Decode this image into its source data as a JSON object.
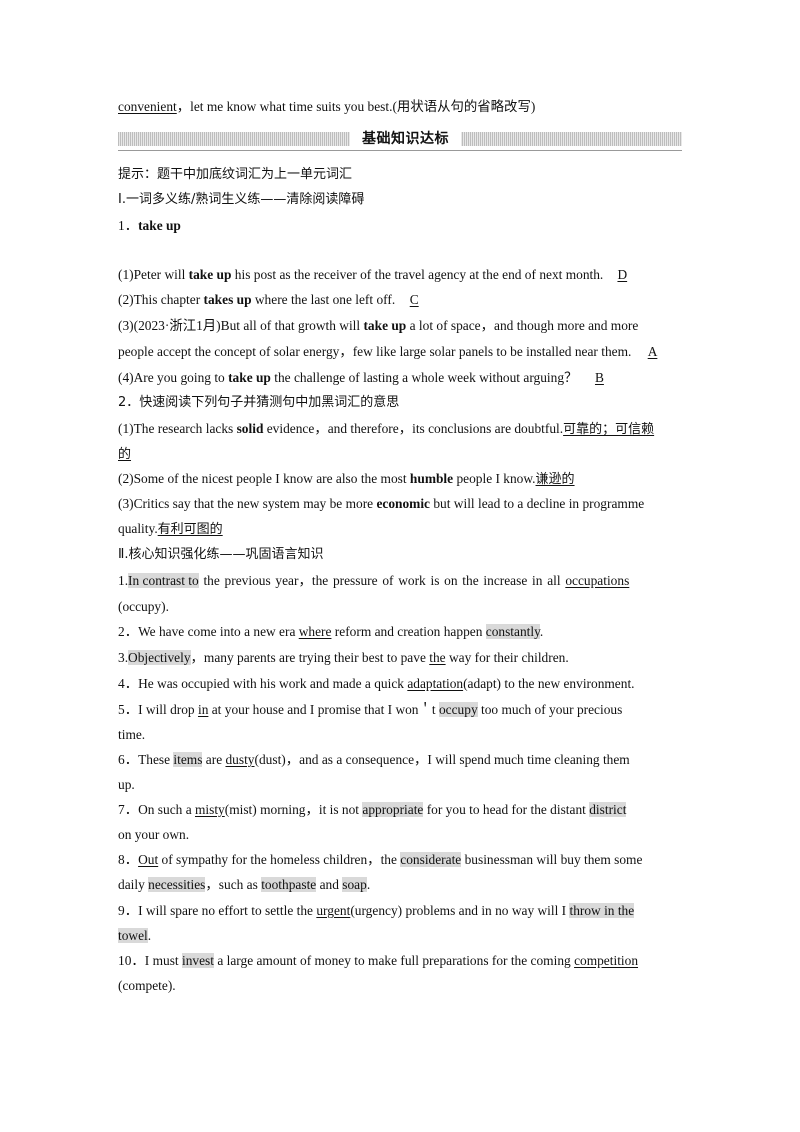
{
  "intro": {
    "word": "convenient",
    "rest": "，let me know what time suits you best.(用状语从句的省略改写)"
  },
  "banner_title": "基础知识达标",
  "hint": "提示：题干中加底纹词汇为上一单元词汇",
  "section1": {
    "title": "Ⅰ.一词多义练/熟词生义练——清除阅读障碍",
    "q1": {
      "num": "1．",
      "phrase": "take up",
      "items": [
        {
          "pre": "(1)Peter will ",
          "bold": "take up",
          "post": " his post as the receiver of the travel agency at the end of next month.",
          "ans": "D"
        },
        {
          "pre": "(2)This chapter ",
          "bold": "takes up",
          "post": " where the last one left off.",
          "ans": "C"
        },
        {
          "pre": "(3)(2023·浙江1月)But all of that growth will ",
          "bold": "take up",
          "post": " a lot of space，and though more and more",
          "cont": "people accept the concept of solar energy，few like large solar panels to be installed near them.",
          "ans": "A"
        },
        {
          "pre": "(4)Are you going to ",
          "bold": "take up",
          "post": " the challenge of lasting a whole week without arguing？",
          "ans": "B"
        }
      ]
    },
    "q2": {
      "title": "2．快速阅读下列句子并猜测句中加黑词汇的意思",
      "items": [
        {
          "pre": "(1)The research lacks ",
          "bold": "solid",
          "post": " evidence，and therefore，its conclusions are doubtful.",
          "ans1": "可靠的；可信赖",
          "ans2": "的"
        },
        {
          "pre": "(2)Some of the nicest people I know are also the most ",
          "bold": "humble",
          "post": " people I know.",
          "ans": "谦逊的"
        },
        {
          "pre": "(3)Critics say that the new system may be more ",
          "bold": "economic",
          "post": " but will lead to a decline in programme",
          "cont": "quality.",
          "ans": "有利可图的"
        }
      ]
    }
  },
  "section2": {
    "title": "Ⅱ.核心知识强化练——巩固语言知识",
    "s1": {
      "num": "1.",
      "hl1": "In contrast to",
      "mid": " the previous year，the pressure of work is on the increase in all ",
      "ans": "occupations",
      "cont": "(occupy)."
    },
    "s2": {
      "num": "2．We have come into a new era ",
      "ans": "where",
      "mid": " reform and creation happen ",
      "hl": "constantly",
      "end": "."
    },
    "s3": {
      "num": "3.",
      "hl": "Objectively",
      "mid": "，many parents are trying their best to pave ",
      "ans": "the",
      "end": " way for their children."
    },
    "s4": {
      "pre": "4．He was occupied with his work and made a quick ",
      "ans": "adaptation",
      "post": "(adapt) to the new environment."
    },
    "s5": {
      "pre": "5．I will drop ",
      "ans": "in",
      "mid": " at your house and I promise that I won＇t ",
      "hl": "occupy",
      "post": " too much of your precious",
      "cont": "time."
    },
    "s6": {
      "pre": "6．These ",
      "hl": "items",
      "mid": " are ",
      "ans": "dusty",
      "post": "(dust)，and as a consequence，I will spend much time cleaning them",
      "cont": "up."
    },
    "s7": {
      "pre": "7．On such a ",
      "ans": "misty",
      "mid": "(mist) morning，it is not ",
      "hl1": "appropriate",
      "mid2": " for you to head for the distant ",
      "hl2": "district",
      "cont": "on your own."
    },
    "s8": {
      "pre": "8．",
      "ans": "Out",
      "mid": " of sympathy for the homeless children，the ",
      "hl1": "considerate",
      "post": " businessman will buy them some",
      "cont_pre": "daily ",
      "hl2": "necessities",
      "cont_mid": "，such as ",
      "hl3": "toothpaste",
      "cont_and": " and ",
      "hl4": "soap",
      "cont_end": "."
    },
    "s9": {
      "pre": "9．I will spare no effort to settle the ",
      "ans": "urgent",
      "mid": "(urgency) problems and in no way will I ",
      "hl1": "throw in the",
      "hl2": "towel",
      "end": "."
    },
    "s10": {
      "pre": "10．I must ",
      "hl": "invest",
      "mid": " a large amount of money to make full preparations for the coming ",
      "ans": "competition",
      "cont": "(compete)."
    }
  }
}
